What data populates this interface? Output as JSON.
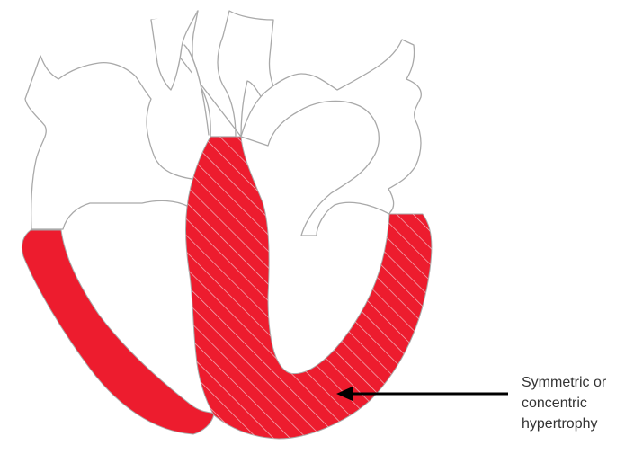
{
  "annotation": {
    "lines": [
      "Symmetric or",
      "concentric",
      "hypertrophy"
    ]
  },
  "colors": {
    "myocardium": "#ed1c2e",
    "outline": "#a9a9a9",
    "hatch": "#f2b8c0",
    "arrow": "#000000"
  }
}
